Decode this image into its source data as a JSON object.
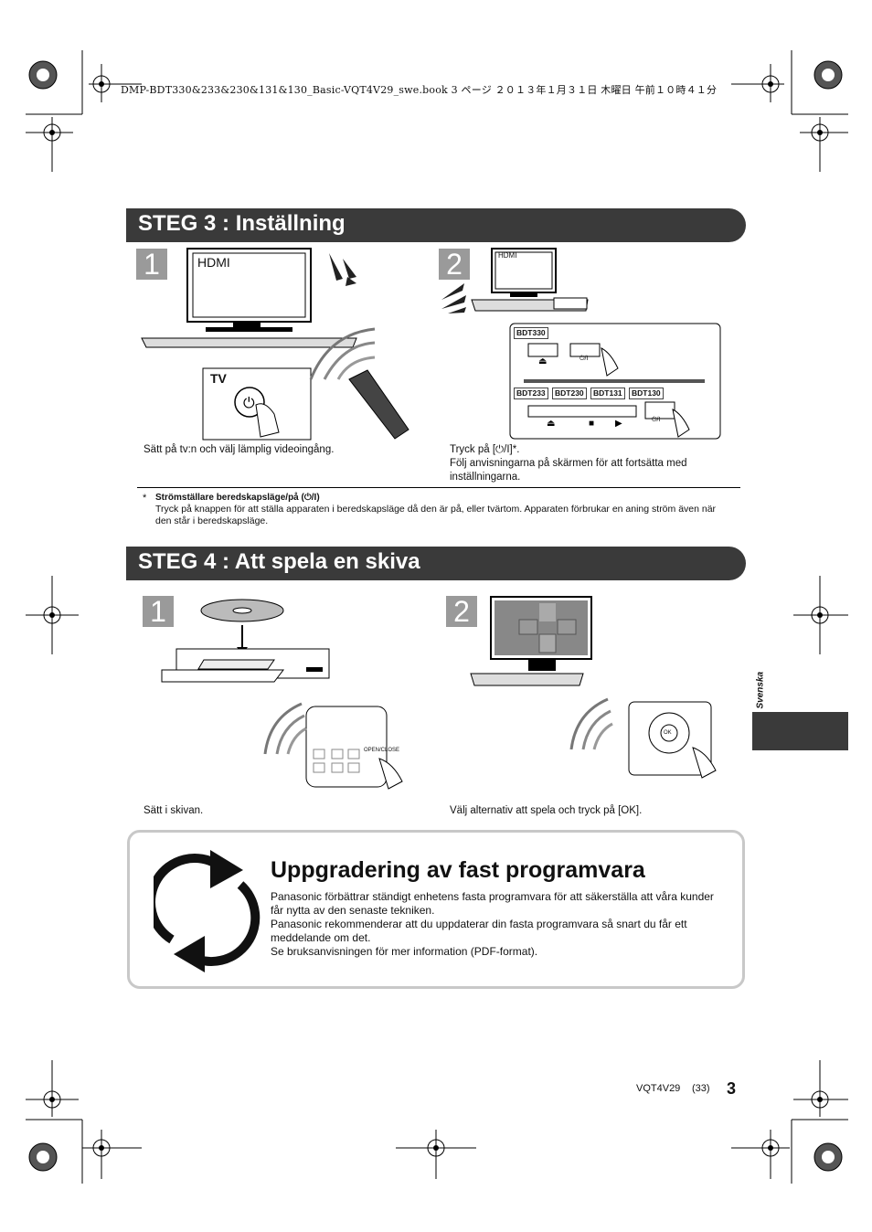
{
  "header": {
    "file_line": "DMP-BDT330&233&230&131&130_Basic-VQT4V29_swe.book  3 ページ  ２０１３年１月３１日  木曜日  午前１０時４１分"
  },
  "step3": {
    "title": "STEG 3 : Inställning",
    "panel1": {
      "number": "1",
      "tv_label": "HDMI",
      "button_label": "TV",
      "caption": "Sätt på tv:n och välj lämplig videoingång."
    },
    "panel2": {
      "number": "2",
      "tv_label": "HDMI",
      "models_a": [
        "BDT330"
      ],
      "models_b": [
        "BDT233",
        "BDT230",
        "BDT131",
        "BDT130"
      ],
      "power_symbol": "⏻/I",
      "caption_line1": "Tryck på [⏻/I]*.",
      "caption_line2": "Följ anvisningarna på skärmen för att fortsätta med inställningarna."
    },
    "footnote": {
      "marker": "*",
      "title": "Strömställare beredskapsläge/på (⏻/I)",
      "body": "Tryck på knappen för att ställa apparaten i beredskapsläge då den är på, eller tvärtom. Apparaten förbrukar en aning ström även när den står i beredskapsläge."
    }
  },
  "step4": {
    "title": "STEG 4 : Att spela en skiva",
    "panel1": {
      "number": "1",
      "remote_label": "OPEN/CLOSE",
      "caption": "Sätt i skivan."
    },
    "panel2": {
      "number": "2",
      "ok_label": "OK",
      "caption": "Välj alternativ att spela och tryck på [OK]."
    }
  },
  "firmware": {
    "title": "Uppgradering av fast programvara",
    "lines": [
      "Panasonic förbättrar ständigt enhetens fasta programvara för att säkerställa att våra kunder får nytta av den senaste tekniken.",
      "Panasonic rekommenderar att du uppdaterar din fasta programvara så snart du får ett meddelande om det.",
      "Se bruksanvisningen för mer information (PDF-format)."
    ]
  },
  "sidebar": {
    "language": "Svenska"
  },
  "footer": {
    "code": "VQT4V29",
    "page_ref": "(33)",
    "page_number": "3"
  },
  "colors": {
    "bar": "#3a3a3a",
    "box_border": "#c8c8c8",
    "number_box": "#9a9a9a"
  }
}
